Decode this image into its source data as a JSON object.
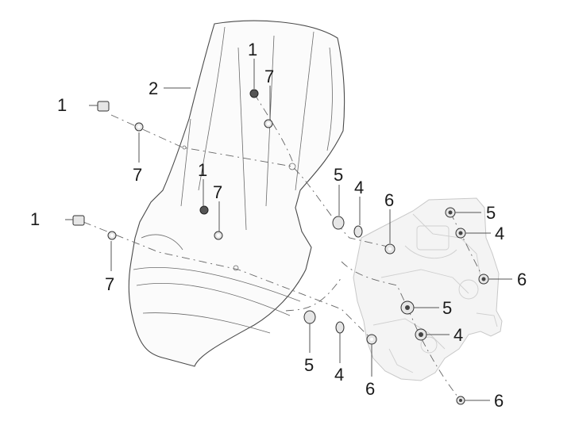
{
  "diagram": {
    "callouts": {
      "c1_top": "1",
      "c7_top": "7",
      "c2": "2",
      "c1_left_upper": "1",
      "c7_left_upper": "7",
      "c1_mid": "1",
      "c7_mid": "7",
      "c1_left_lower": "1",
      "c7_left_lower": "7",
      "c5_a": "5",
      "c4_a": "4",
      "c6_a": "6",
      "c5_right_top": "5",
      "c4_right_top": "4",
      "c6_right_mid": "6",
      "c5_center": "5",
      "c4_center": "4",
      "c5_bottom": "5",
      "c4_bottom": "4",
      "c6_bottom": "6",
      "c6_bottom_right": "6"
    },
    "colors": {
      "line": "#555555",
      "bracket": "#c8c8c8",
      "text": "#1a1a1a"
    }
  }
}
